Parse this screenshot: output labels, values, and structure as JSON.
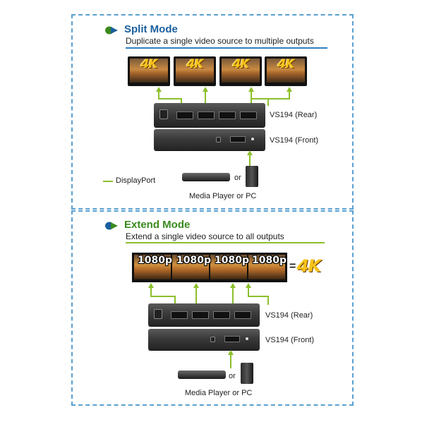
{
  "colors": {
    "split_title": "#1a5f9e",
    "extend_title": "#3a8a1e",
    "accent_line": "#8cbf2c",
    "border": "#5aa0cf"
  },
  "split": {
    "title": "Split Mode",
    "subtitle": "Duplicate a single video source to multiple outputs",
    "badges": [
      "4K",
      "4K",
      "4K",
      "4K"
    ],
    "rear_label": "VS194 (Rear)",
    "front_label": "VS194 (Front)",
    "legend": "DisplayPort",
    "or": "or",
    "source": "Media Player or PC"
  },
  "extend": {
    "title": "Extend Mode",
    "subtitle": "Extend a single video source to all outputs",
    "resolutions": [
      "1080p",
      "1080p",
      "1080p",
      "1080p"
    ],
    "equals": "=",
    "result": "4K",
    "rear_label": "VS194 (Rear)",
    "front_label": "VS194 (Front)",
    "or": "or",
    "source": "Media Player or PC"
  }
}
